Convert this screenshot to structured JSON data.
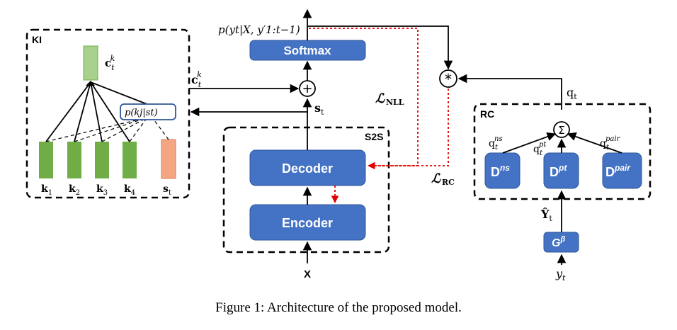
{
  "caption": "Figure 1: Architecture of the proposed model.",
  "panels": {
    "ki": "KI",
    "s2s": "S2S",
    "rc": "RC"
  },
  "boxes": {
    "softmax": "Softmax",
    "decoder": "Decoder",
    "encoder": "Encoder",
    "d_ns": "D",
    "d_ns_sup": "ns",
    "d_pt": "D",
    "d_pt_sup": "pt",
    "d_pair": "D",
    "d_pair_sup": "pair",
    "g": "G",
    "g_sup": "β"
  },
  "labels": {
    "output_prob": "p(yt|X, y′1:t−1)",
    "ck_top": "c",
    "ck_top_sub": "t",
    "ck_top_sup": "k",
    "ck_mid": "c",
    "ck_mid_sub": "t",
    "ck_mid_sup": "k",
    "pk": "p(kj|st)",
    "st_center": "s",
    "st_center_sub": "t",
    "loss_nll": "ℒ",
    "loss_nll_sub": "NLL",
    "loss_rc": "ℒ",
    "loss_rc_sub": "RC",
    "qt": "q",
    "qt_sub": "t",
    "q_ns": "q",
    "q_ns_sub": "t",
    "q_ns_sup": "ns",
    "q_pt": "q",
    "q_pt_sub": "t",
    "q_pt_sup": "pt",
    "q_pair": "q",
    "q_pair_sub": "t",
    "q_pair_sup": "pair",
    "x_input": "X",
    "y_hat": "Ŷ",
    "y_hat_sub": "t",
    "y_input": "y",
    "y_input_sub": "t",
    "sum_symbol": "Σ",
    "plus_symbol": "+",
    "star_symbol": "*"
  },
  "knowledge": [
    {
      "name": "k",
      "sub": "1"
    },
    {
      "name": "k",
      "sub": "2"
    },
    {
      "name": "k",
      "sub": "3"
    },
    {
      "name": "k",
      "sub": "4"
    },
    {
      "name": "s",
      "sub": "t"
    }
  ],
  "colors": {
    "blue_box": "#4472c4",
    "green": "#70ad47",
    "light_green": "#a9d18e",
    "salmon": "#f4a582",
    "red_dotted": "#e00000"
  }
}
